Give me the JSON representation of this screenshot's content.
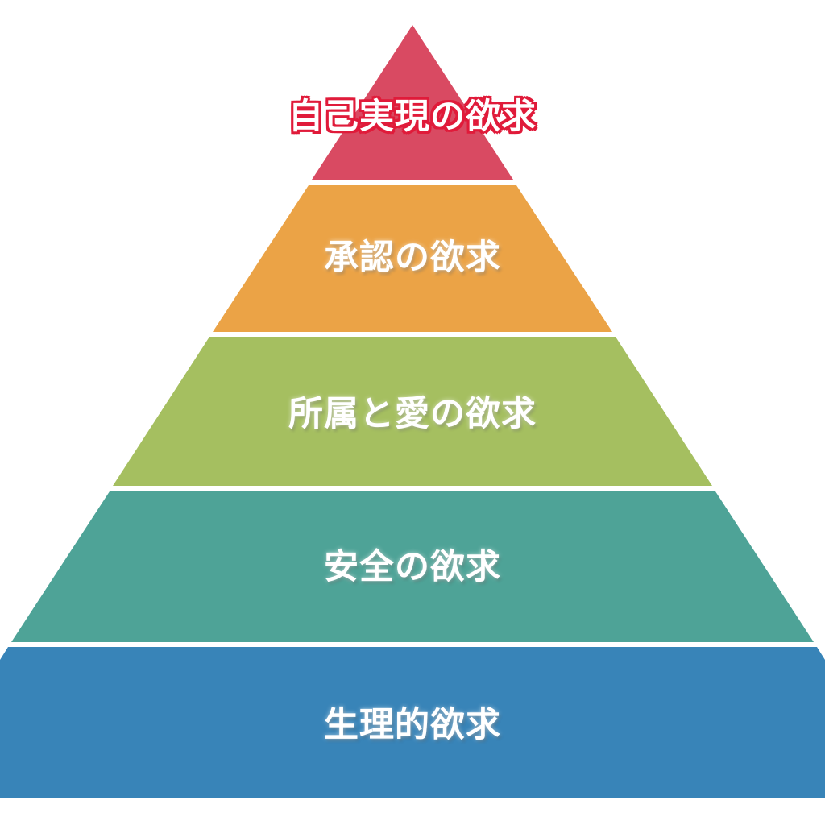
{
  "pyramid": {
    "background_color": "#ffffff",
    "gap_color": "#ffffff",
    "tiers": [
      {
        "id": "self-actualization",
        "label": "自己実現の欲求",
        "color": "#d94a62",
        "label_color": "#ffffff",
        "label_outline_color": "#e01b3a"
      },
      {
        "id": "esteem",
        "label": "承認の欲求",
        "color": "#eba346",
        "label_color": "#ffffff"
      },
      {
        "id": "love-belonging",
        "label": "所属と愛の欲求",
        "color": "#a5bf60",
        "label_color": "#ffffff"
      },
      {
        "id": "safety",
        "label": "安全の欲求",
        "color": "#4ea397",
        "label_color": "#ffffff"
      },
      {
        "id": "physiological",
        "label": "生理的欲求",
        "color": "#3884b8",
        "label_color": "#ffffff"
      }
    ]
  }
}
